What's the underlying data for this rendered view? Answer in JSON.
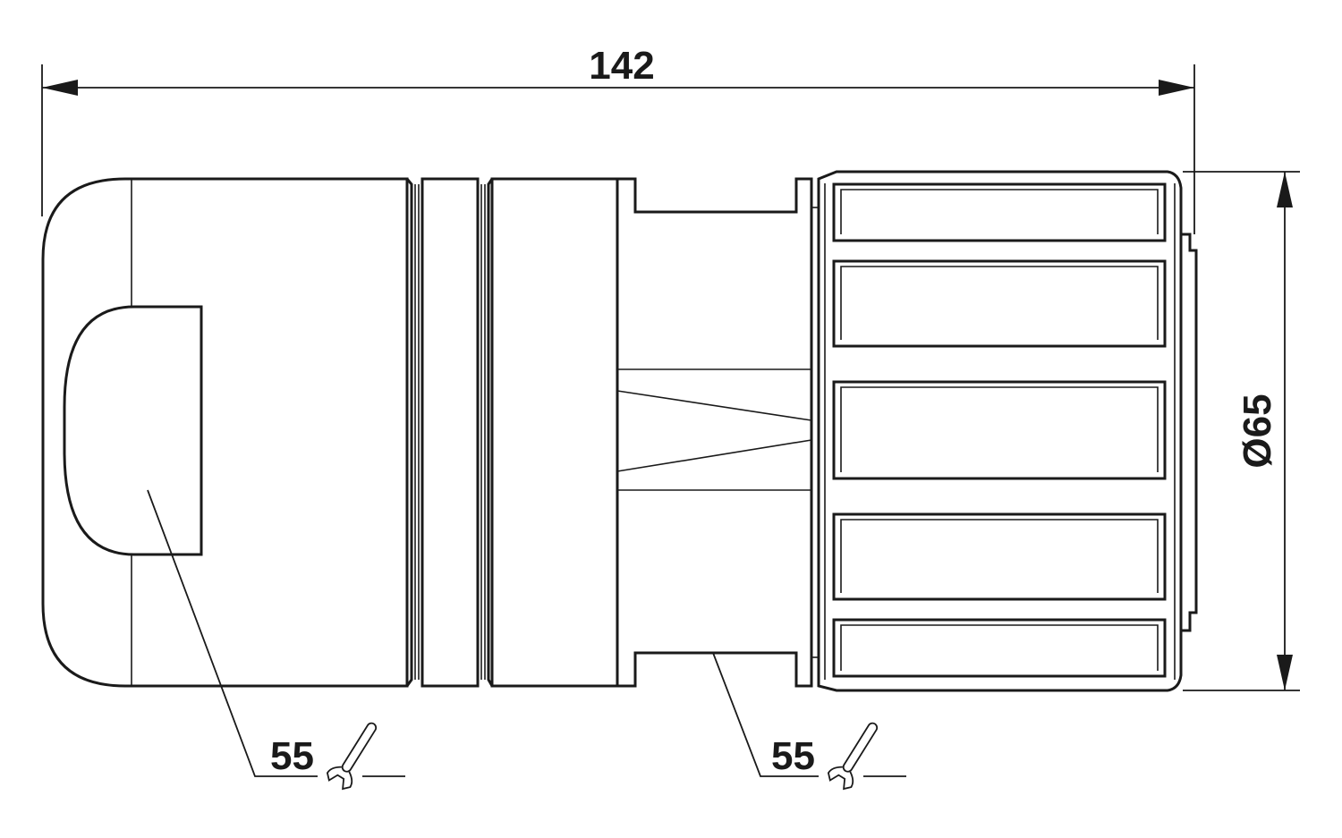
{
  "dimensions": {
    "overall_length": "142",
    "diameter": "Ø65"
  },
  "wrench_callouts": [
    {
      "size": "55"
    },
    {
      "size": "55"
    }
  ]
}
